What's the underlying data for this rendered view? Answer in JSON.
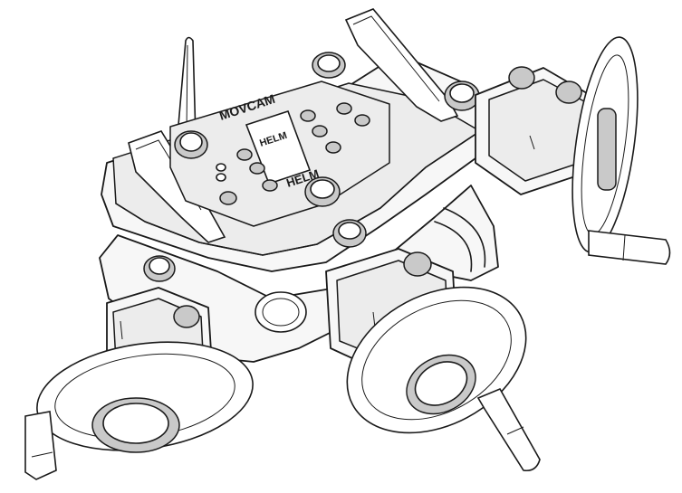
{
  "device": {
    "brand": "MOVCAM",
    "screen_logo_top": "HELM",
    "screen_logo_bottom": "HELM"
  }
}
